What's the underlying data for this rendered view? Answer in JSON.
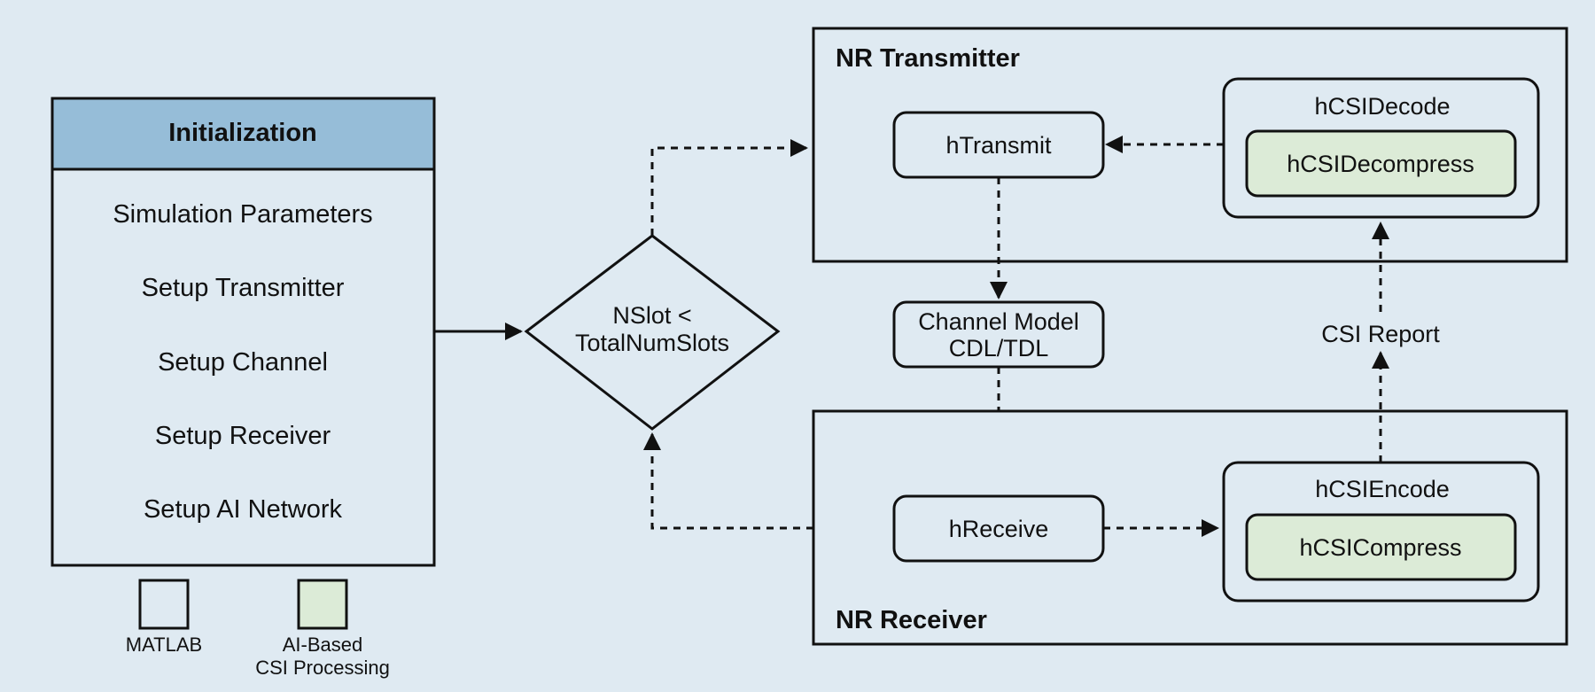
{
  "colors": {
    "background": "#dfeaf2",
    "header_fill": "#96bdd8",
    "ai_fill": "#dcebd7",
    "matlab_fill": "#dfeaf2",
    "stroke": "#111111"
  },
  "initialization": {
    "title": "Initialization",
    "items": [
      "Simulation Parameters",
      "Setup Transmitter",
      "Setup Channel",
      "Setup Receiver",
      "Setup AI Network"
    ]
  },
  "legend": {
    "matlab_label": "MATLAB",
    "ai_label_line1": "AI-Based",
    "ai_label_line2": "CSI Processing"
  },
  "decision": {
    "line1": "NSlot <",
    "line2": "TotalNumSlots"
  },
  "transmitter": {
    "title": "NR Transmitter",
    "transmit": "hTransmit",
    "decode": "hCSIDecode",
    "decompress": "hCSIDecompress"
  },
  "channel": {
    "line1": "Channel Model",
    "line2": "CDL/TDL"
  },
  "csi_report": "CSI Report",
  "receiver": {
    "title": "NR Receiver",
    "receive": "hReceive",
    "encode": "hCSIEncode",
    "compress": "hCSICompress"
  }
}
